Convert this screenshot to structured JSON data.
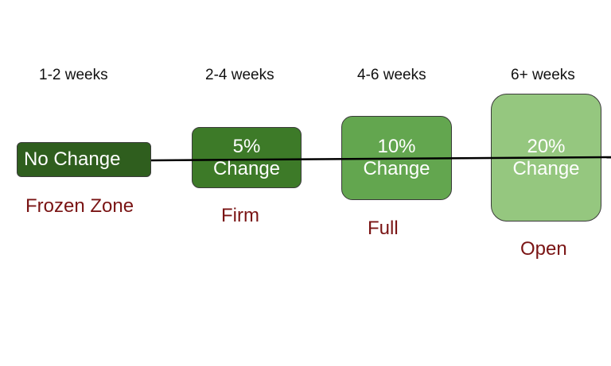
{
  "stages": [
    {
      "period": "1-2 weeks",
      "change": [
        "No Change"
      ],
      "zone": "Frozen Zone",
      "fill": "#2f5e1e"
    },
    {
      "period": "2-4 weeks",
      "change": [
        "5%",
        "Change"
      ],
      "zone": "Firm",
      "fill": "#3d7a28"
    },
    {
      "period": "4-6 weeks",
      "change": [
        "10%",
        "Change"
      ],
      "zone": "Full",
      "fill": "#63a64f"
    },
    {
      "period": "6+ weeks",
      "change": [
        "20%",
        "Change"
      ],
      "zone": "Open",
      "fill": "#95c77f"
    }
  ],
  "colors": {
    "zone_text": "#7a1414",
    "line": "#000000"
  }
}
